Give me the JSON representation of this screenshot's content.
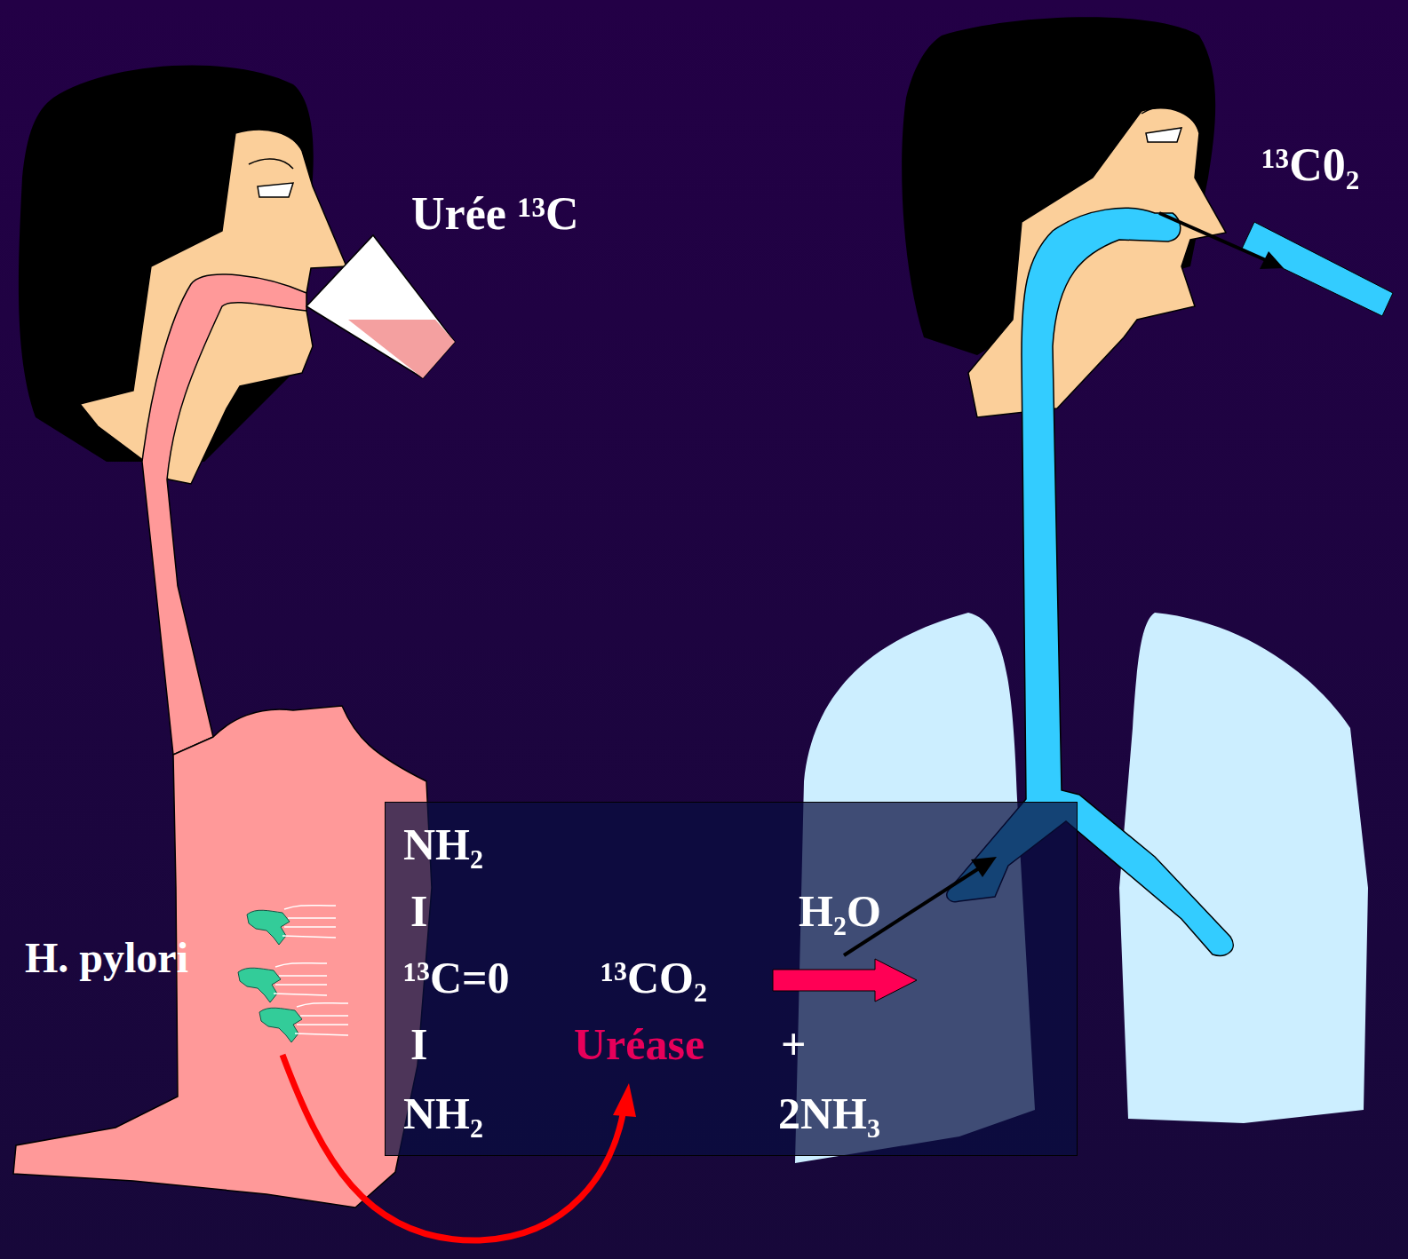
{
  "diagram": {
    "nodes": [
      {
        "text": [
          "NH₂",
          "I",
          "¹³C=0",
          "I",
          "NH₂",
          "¹³CO₂",
          "Uréase",
          "+",
          "2NH₃",
          "H₂O"
        ]
      }
    ],
    "labels": [
      "Urée ¹³C",
      "¹³C0₂",
      "H. pylori"
    ]
  }
}
